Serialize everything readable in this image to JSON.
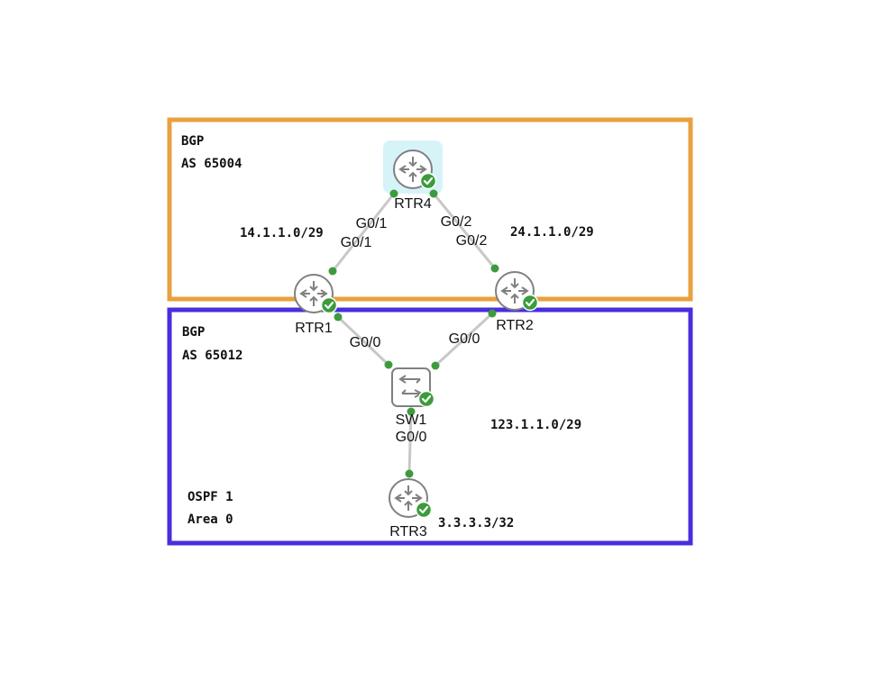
{
  "zones": [
    {
      "name": "BGP AS 65004",
      "line1": "BGP",
      "line2": "AS 65004",
      "color": "#E9A03E"
    },
    {
      "name": "BGP AS 65012",
      "line1": "BGP",
      "line2": "AS 65012",
      "color": "#4A2EDD",
      "ospf1": "OSPF 1",
      "ospf2": "Area 0"
    }
  ],
  "devices": {
    "rtr4": "RTR4",
    "rtr1": "RTR1",
    "rtr2": "RTR2",
    "sw1": "SW1",
    "rtr3": "RTR3"
  },
  "interfaces": {
    "rtr4_rtr1": "G0/1",
    "rtr1_rtr4": "G0/1",
    "rtr4_rtr2": "G0/2",
    "rtr2_rtr4": "G0/2",
    "rtr1_sw1": "G0/0",
    "rtr2_sw1": "G0/0",
    "rtr3_sw1": "G0/0"
  },
  "subnets": {
    "s14": "14.1.1.0/29",
    "s24": "24.1.1.0/29",
    "s123": "123.1.1.0/29",
    "loop3": "3.3.3.3/32"
  },
  "colors": {
    "status_ok": "#3A9C3A",
    "selected": "#D6F3F8"
  }
}
